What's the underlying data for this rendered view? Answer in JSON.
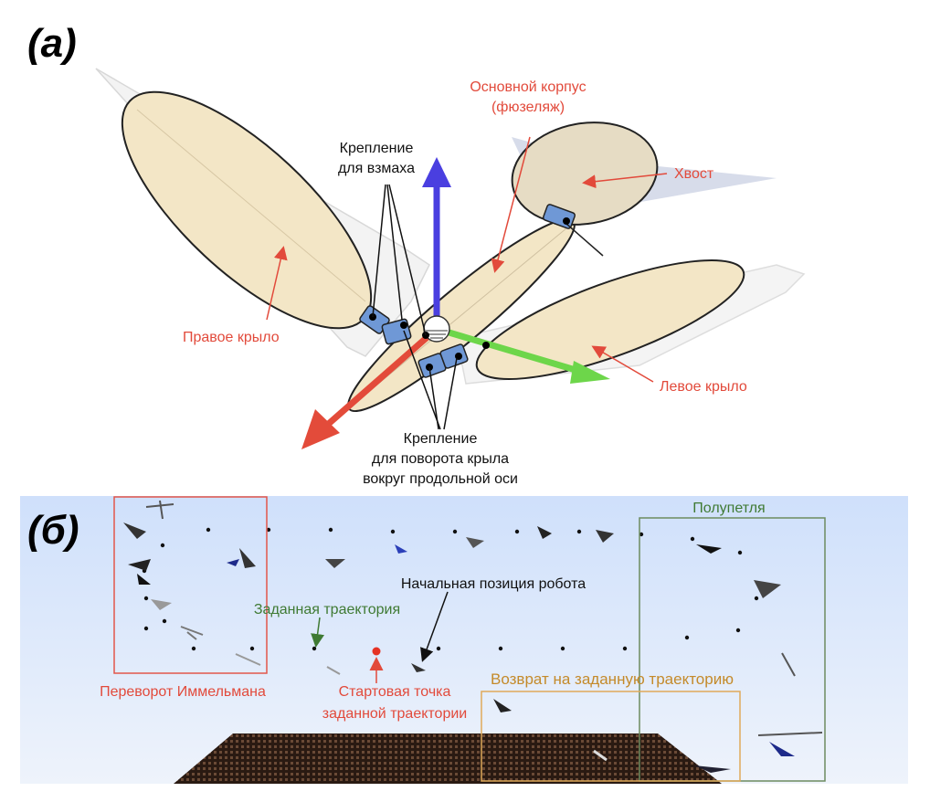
{
  "panel_a": {
    "tag": "(а)",
    "labels": {
      "fuselage_line1": "Основной корпус",
      "fuselage_line2": "(фюзеляж)",
      "flap_mount_line1": "Крепление",
      "flap_mount_line2": "для взмаха",
      "tail": "Хвост",
      "right_wing": "Правое крыло",
      "left_wing": "Левое крыло",
      "rotate_mount_line1": "Крепление",
      "rotate_mount_line2": "для поворота крыла",
      "rotate_mount_line3": "вокруг продольной оси"
    },
    "colors": {
      "wing_fill": "#f3e6c6",
      "axis_x": "#e34b3a",
      "axis_y": "#6dd64a",
      "axis_z": "#4a3fe0",
      "mount": "#6f98d6",
      "label_red": "#e24a3b"
    }
  },
  "panel_b": {
    "tag": "(б)",
    "labels": {
      "immelmann": "Переворот Иммельмана",
      "half_loop": "Полупетля",
      "given_trajectory": "Заданная траектория",
      "robot_start": "Начальная позиция робота",
      "start_point_line1": "Стартовая точка",
      "start_point_line2": "заданной траектории",
      "return": "Возврат на заданную траекторию"
    },
    "colors": {
      "sky_top": "#cfe0fb",
      "sky_bottom": "#eef3fb",
      "immelmann_box": "#e2564a",
      "half_loop_box": "#6d8b60",
      "return_box": "#e0aa5a",
      "start_dot": "#e53224"
    }
  }
}
